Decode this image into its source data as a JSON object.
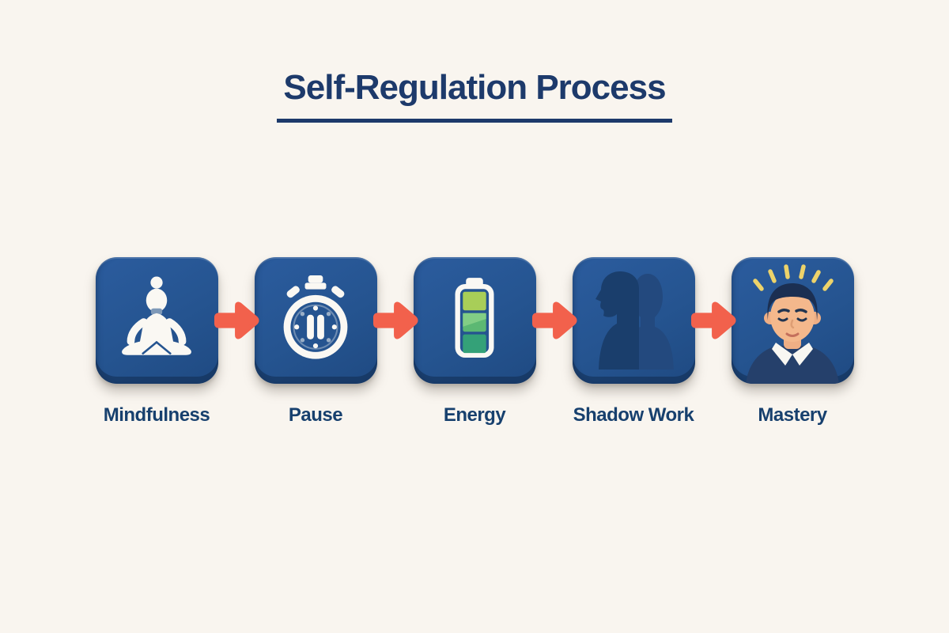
{
  "page": {
    "background_color": "#F9F5EF"
  },
  "title": {
    "text": "Self-Regulation Process",
    "color": "#1D3A6B",
    "underlined": true
  },
  "flow": {
    "direction": "left-to-right",
    "connector": "arrow-right",
    "connector_color": "#F2614C",
    "steps": [
      {
        "label": "Mindfulness",
        "icon": "meditation-icon"
      },
      {
        "label": "Pause",
        "icon": "stopwatch-pause-icon"
      },
      {
        "label": "Energy",
        "icon": "battery-icon"
      },
      {
        "label": "Shadow Work",
        "icon": "dual-silhouette-icon"
      },
      {
        "label": "Mastery",
        "icon": "calm-face-icon"
      }
    ]
  },
  "colors": {
    "box_blue": "#255490",
    "box_bevel_dark": "#152F58",
    "icon_white": "#FAF8F3",
    "arrow_coral": "#F2614C",
    "label_navy": "#17406E",
    "battery_green_top": "#A8CE58",
    "battery_green_mid": "#5CB873",
    "battery_green_bottom": "#34A178",
    "silhouette_front": "#1A3E6C",
    "silhouette_back": "#23497E",
    "rays_yellow": "#EDD36A",
    "skin_tone": "#F4B88C",
    "hair_navy": "#1B2F52"
  }
}
